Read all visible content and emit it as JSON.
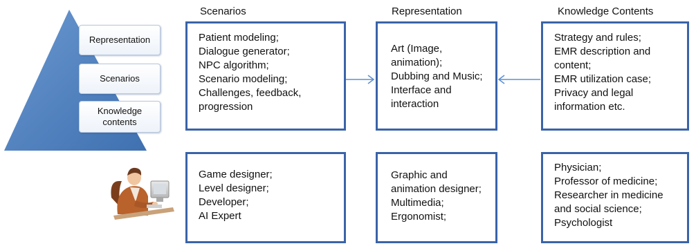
{
  "pyramid": {
    "levels": [
      {
        "label": "Representation"
      },
      {
        "label": "Scenarios"
      },
      {
        "label": "Knowledge contents"
      }
    ]
  },
  "columns": {
    "scenarios": {
      "header": "Scenarios",
      "top_items": [
        "Patient modeling;",
        "Dialogue generator;",
        "NPC algorithm;",
        "Scenario modeling;",
        "Challenges, feedback,",
        "progression"
      ],
      "bottom_items": [
        "Game designer;",
        "Level designer;",
        "Developer;",
        "AI Expert"
      ]
    },
    "representation": {
      "header": "Representation",
      "top_items": [
        "Art (Image,",
        "animation);",
        "Dubbing and Music;",
        "Interface and",
        "interaction"
      ],
      "bottom_items": [
        "Graphic and",
        "animation designer;",
        "Multimedia;",
        "Ergonomist;"
      ]
    },
    "knowledge": {
      "header": "Knowledge Contents",
      "top_items": [
        "Strategy and rules;",
        "EMR description and",
        "content;",
        "EMR utilization case;",
        "Privacy and legal",
        "information etc."
      ],
      "bottom_items": [
        "Physician;",
        "Professor of medicine;",
        "Researcher in medicine",
        "and social science;",
        "Psychologist"
      ]
    }
  },
  "icons": {
    "people": "person-at-computer-icon"
  },
  "colors": {
    "box_border": "#3a63a8",
    "pyramid": "#4a7dbd",
    "arrow": "#5b8fd0"
  }
}
